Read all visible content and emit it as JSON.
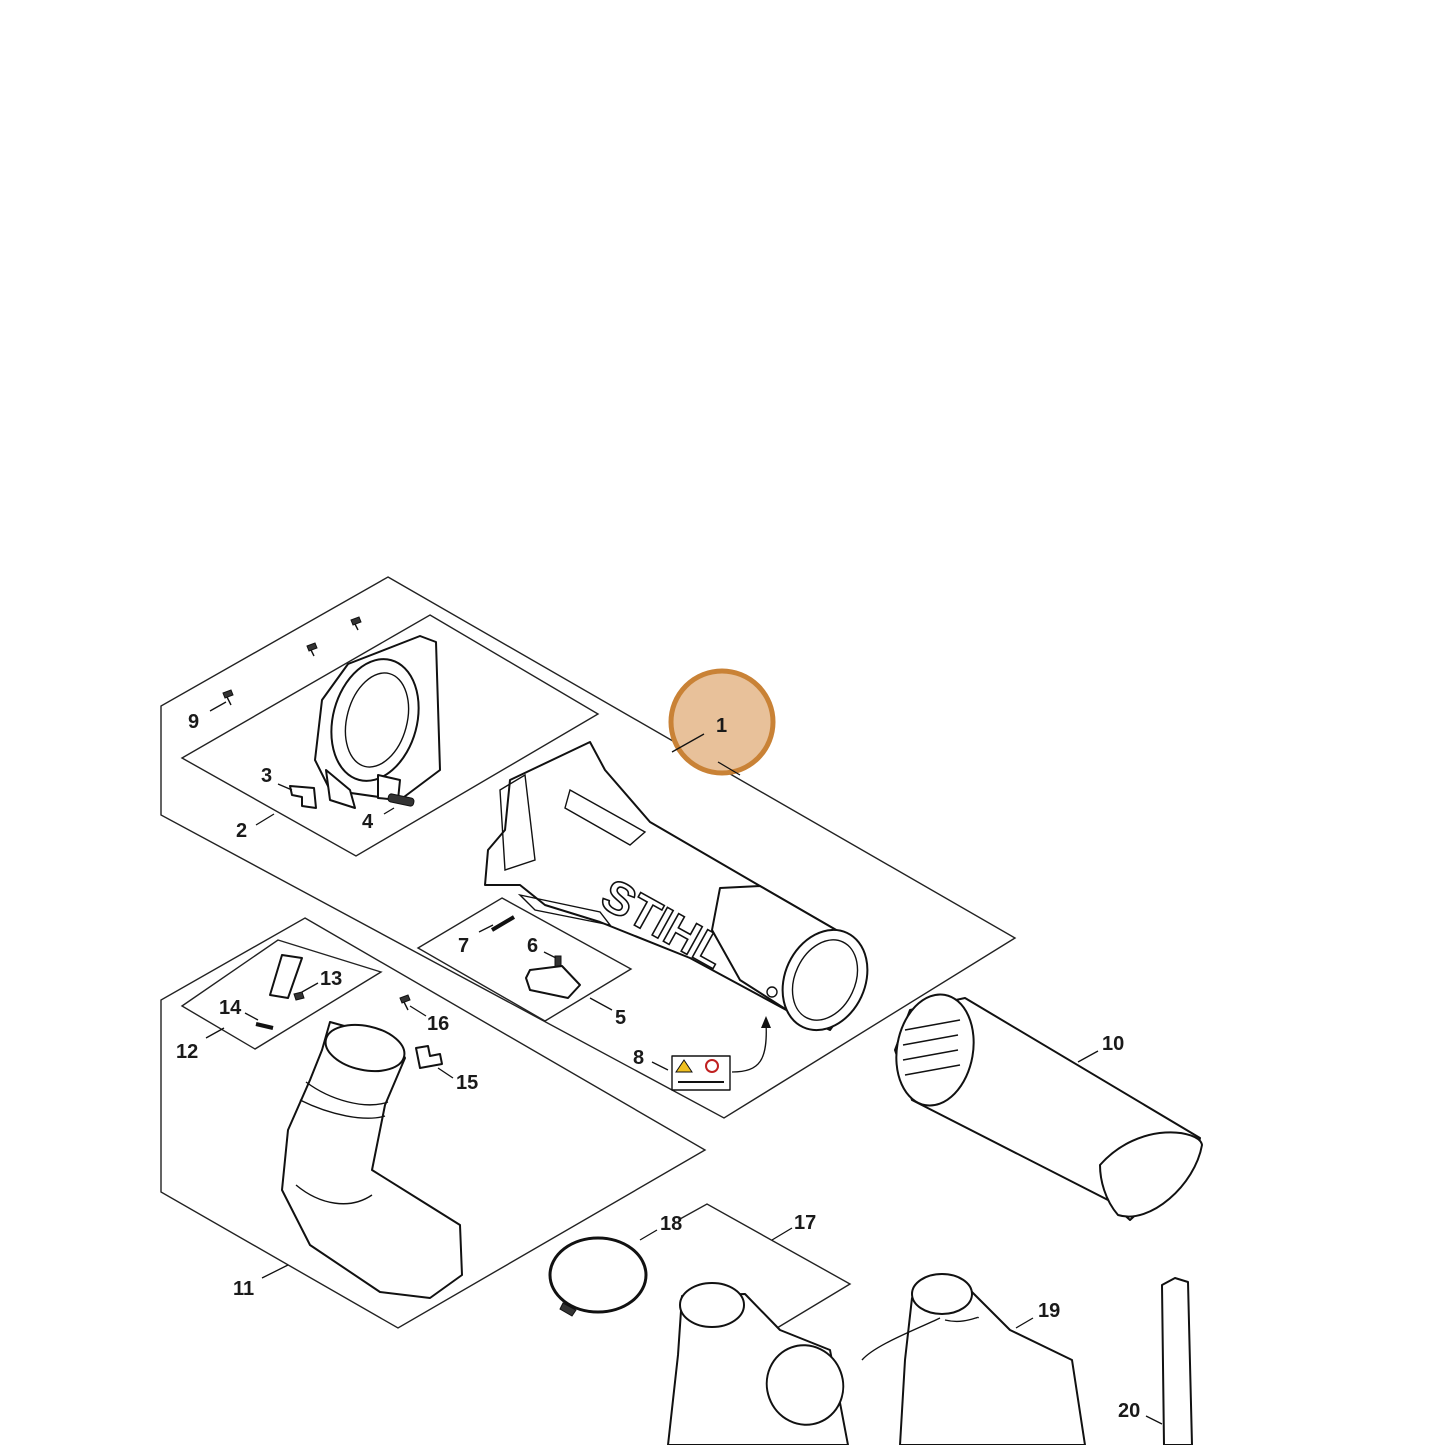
{
  "brand_mark": "STIHL",
  "highlight": {
    "part": "1",
    "fill": "#e8c19a",
    "stroke": "#c98236"
  },
  "callouts": {
    "c1": "1",
    "c2": "2",
    "c3": "3",
    "c4": "4",
    "c5": "5",
    "c6": "6",
    "c7": "7",
    "c8": "8",
    "c9": "9",
    "c10": "10",
    "c11": "11",
    "c12": "12",
    "c13": "13",
    "c14": "14",
    "c15": "15",
    "c16": "16",
    "c17": "17",
    "c18": "18",
    "c19": "19",
    "c20": "20"
  }
}
